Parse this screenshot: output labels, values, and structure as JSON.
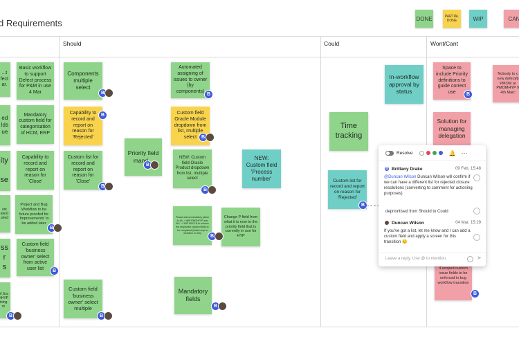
{
  "board": {
    "title": "d Requirements"
  },
  "legend": [
    {
      "label": "DONE",
      "color": "#8fd48a"
    },
    {
      "label": "PARTIAL DONE",
      "color": "#fad34d"
    },
    {
      "label": "WIP",
      "color": "#6fcfc7"
    },
    {
      "label": "CAN",
      "color": "#f2a0a8"
    }
  ],
  "columns": {
    "should": "Should",
    "could": "Could",
    "wont": "Wont/Cant"
  },
  "notes": {
    "l1": "...t\nfect\nar.",
    "l2": "Basic workflow to support Defect process for P&M in use 4 Mar",
    "l3": "ed\nlds\nue",
    "l4": "Mandatory custom field for categorisation of HCM, ERP",
    "l5": "ity\n\nse",
    "l6": "Capability to record and report on reason for 'Close'",
    "l7": "ork\nkend\nuired",
    "l8": "Project and Bug Workflow to be future proofed for 'Improvements' to be added later",
    "l9": "ss\nr\ns",
    "l10": "Custom field 'business owner' select from active user list",
    "l11": "of Jira\nHHYP\nrking\nm",
    "s1": "Components multiple select",
    "s2": "Capability to record and report on reason for 'Rejected'",
    "s3": "Custom list for record and report on reason for 'Close'",
    "s4": "Custom field 'business owner' select multiple",
    "s5": "Priority field mand...",
    "s6": "Automated assigning of issues to owner (by components)",
    "s7": "Custom field Oracle Module dropdown from list, multiple select",
    "s8": "NEW: Custom field Oracle Product dropdown from list, multiple select",
    "s9": "Please add a mandatory picker to 4A -> WIP PMOHFYP and ALL -> WIP PMCLD to enforce the respective custom fields to be completed (linked only to workflow or Jira)",
    "s10": "Change P field from what it is now to the priority field that is currently in use for HYP",
    "s11": "Mandatory fields",
    "s12": "NEW: Custom field 'Process number'",
    "c1": "In-workflow approval by status",
    "c2": "Time tracking",
    "c3": "Custom list for record and report on reason for 'Rejected'",
    "w1": "Space to include Priority definitions to guide correct use",
    "w2": "Solution for managing delegation",
    "w3": "Nobody to c new defect/b PMOM ar PMOMHYP fr 4th Marc",
    "w4": "4 scoped custom issue fields to be enforced in bug workflow transition"
  },
  "comment_panel": {
    "resolve": "Resolve",
    "more": "···",
    "comments": [
      {
        "author": "Brittany Drake",
        "time": "09 Feb, 15:48",
        "mention": "@Duncan Wilson",
        "text": " Duncan Wilson will confirm if we can have a different list for rejected closure resolutions (converting to comment for actioning purposes)"
      },
      {
        "text": "deprioritised from Should to Could"
      },
      {
        "author": "Duncan Wilson",
        "time": "04 Mar, 15:29",
        "text": "If you've got a list, let me know and I can add a custom field and apply a screen for this transition 🙂"
      }
    ],
    "reply_placeholder": "Leave a reply. Use @ to mention."
  },
  "avatar_letter": "B"
}
